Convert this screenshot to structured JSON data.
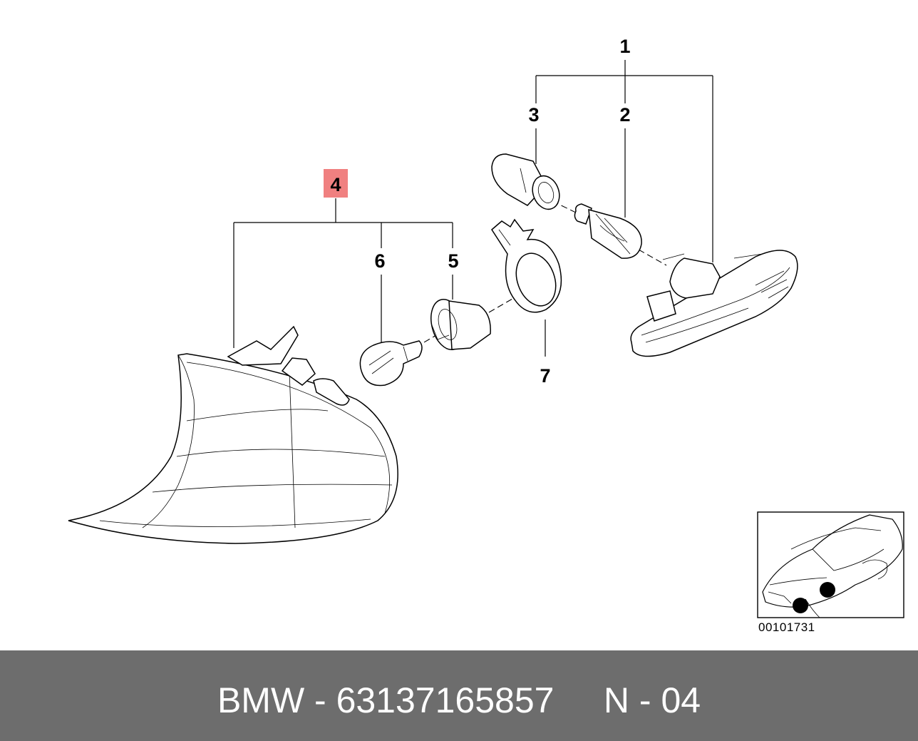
{
  "callouts": {
    "c1": "1",
    "c2": "2",
    "c3": "3",
    "c4": "4",
    "c5": "5",
    "c6": "6",
    "c7": "7"
  },
  "highlight_color": "#f08080",
  "reference_code": "00101731",
  "footer": {
    "text": "BMW - 63137165857     N - 04",
    "background": "#6d6d6d"
  }
}
